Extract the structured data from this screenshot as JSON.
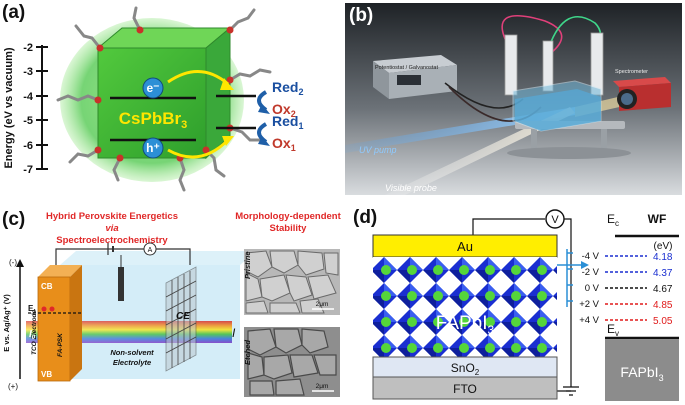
{
  "panels": {
    "a": {
      "label": "(a)",
      "ylabel": "Energy (eV vs vacuum)",
      "ticks": [
        "-2",
        "-3",
        "-4",
        "-5",
        "-6",
        "-7"
      ],
      "crystal_label": "CsPbBr",
      "crystal_sub": "3",
      "electron": "e⁻",
      "hole": "h⁺",
      "red2": "Red",
      "red2_sub": "2",
      "ox2": "Ox",
      "ox2_sub": "2",
      "red1": "Red",
      "red1_sub": "1",
      "ox1": "Ox",
      "ox1_sub": "1"
    },
    "b": {
      "label": "(b)",
      "potentiostat": "Potentiostat / Galvanostat",
      "spectrometer": "Spectrometer",
      "uv_pump": "UV  pump",
      "visible_probe": "Visible  probe"
    },
    "c": {
      "label": "(c)",
      "title_line1": "Hybrid Perovskite Energetics",
      "title_line2": "via",
      "title_line3": "Spectroelectrochemistry",
      "right_title_line1": "Morphology-dependent",
      "right_title_line2": "Stability",
      "yaxis": "E vs. Ag/Ag⁺ (V)",
      "minus": "(-)",
      "plus": "(+)",
      "ef": "E",
      "ef_sub": "f",
      "cb": "CB",
      "vb": "VB",
      "tco": "TCO Electrode",
      "fapsk": "FA-PSK",
      "ce": "CE",
      "electrolyte_line1": "Non-solvent",
      "electrolyte_line2": "Electrolyte",
      "i_symbol": "I",
      "i0_symbol": "I",
      "i0_sub": "0",
      "ammeter": "A",
      "pristine": "Pristine",
      "etched": "Etched",
      "scale1": "2μm",
      "scale2": "2μm"
    },
    "d": {
      "label": "(d)",
      "au": "Au",
      "voltmeter": "V",
      "perovskite": "FAPbI",
      "perovskite_sub": "3",
      "sno2": "SnO",
      "sno2_sub": "2",
      "fto": "FTO",
      "ec": "E",
      "ec_sub": "c",
      "ev": "E",
      "ev_sub": "v",
      "wf_header": "WF",
      "wf_unit": "(eV)",
      "bottom_label": "FAPbI",
      "bottom_sub": "3",
      "biases": [
        {
          "v": "-4 V",
          "wf": "4.18",
          "color": "#1a2fd1"
        },
        {
          "v": "-2 V",
          "wf": "4.37",
          "color": "#1a2fd1"
        },
        {
          "v": "0 V",
          "wf": "4.67",
          "color": "#111111"
        },
        {
          "v": "+2 V",
          "wf": "4.85",
          "color": "#e01a1a"
        },
        {
          "v": "+4 V",
          "wf": "5.05",
          "color": "#e01a1a"
        }
      ]
    }
  }
}
